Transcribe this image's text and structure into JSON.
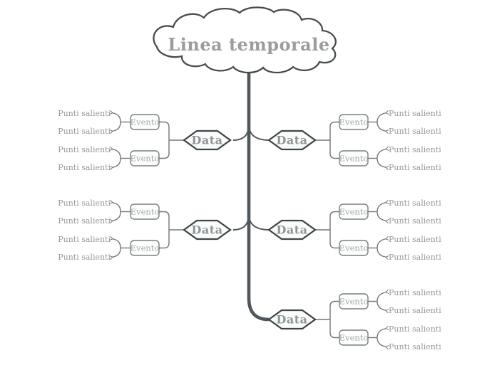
{
  "title": "Linea temporale",
  "node_types": {
    "root": "Linea temporale",
    "date": "Data",
    "event": "Evento",
    "highlight": "Punti salienti"
  },
  "branches": [
    {
      "position": "row1-left",
      "date_label": "Data",
      "events": [
        {
          "label": "Evento",
          "highlights": [
            "Punti salienti",
            "Punti salienti"
          ]
        },
        {
          "label": "Evento",
          "highlights": [
            "Punti salienti",
            "Punti salienti"
          ]
        }
      ]
    },
    {
      "position": "row1-right",
      "date_label": "Data",
      "events": [
        {
          "label": "Evento",
          "highlights": [
            "Punti salienti",
            "Punti salienti"
          ]
        },
        {
          "label": "Evento",
          "highlights": [
            "Punti salienti",
            "Punti salienti"
          ]
        }
      ]
    },
    {
      "position": "row2-left",
      "date_label": "Data",
      "events": [
        {
          "label": "Evento",
          "highlights": [
            "Punti salienti",
            "Punti salienti"
          ]
        },
        {
          "label": "Evento",
          "highlights": [
            "Punti salienti",
            "Punti salienti"
          ]
        }
      ]
    },
    {
      "position": "row2-right",
      "date_label": "Data",
      "events": [
        {
          "label": "Evento",
          "highlights": [
            "Punti salienti",
            "Punti salienti"
          ]
        },
        {
          "label": "Evento",
          "highlights": [
            "Punti salienti",
            "Punti salienti"
          ]
        }
      ]
    },
    {
      "position": "row3-right",
      "date_label": "Data",
      "events": [
        {
          "label": "Evento",
          "highlights": [
            "Punti salienti",
            "Punti salienti"
          ]
        },
        {
          "label": "Evento",
          "highlights": [
            "Punti salienti",
            "Punti salienti"
          ]
        }
      ]
    }
  ],
  "colors": {
    "trunk": "#50565a",
    "cloud_outline": "#474d4e",
    "hexagon_outline": "#3f4546",
    "event_outline": "#7a7f80",
    "connector": "#72777a",
    "title_text": "#9c9c9c",
    "data_text": "#8f9596",
    "event_text": "#a6a6a6",
    "highlight_text": "#9a9a9a",
    "background": "#ffffff"
  }
}
